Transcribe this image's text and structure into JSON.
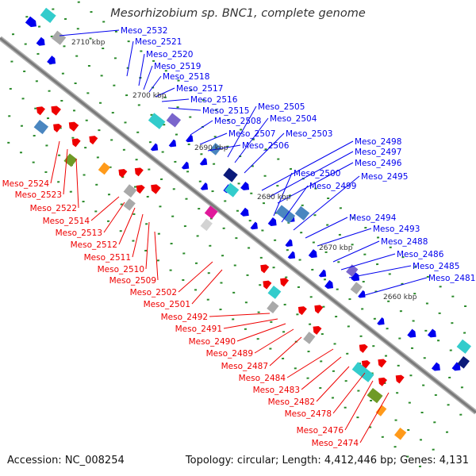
{
  "title": "Mesorhizobium sp. BNC1, complete genome",
  "accession": "Accession: NC_008254",
  "summary": "Topology: circular; Length: 4,412,446 bp; Genes: 4,131",
  "colors": {
    "forward": "#0000ee",
    "reverse": "#ee0000",
    "backbone": "#808080",
    "tick": "#2a8a2a",
    "cyan": "#33cccc",
    "steel": "#4a86c0",
    "gray": "#a9a9a9",
    "navy": "#0b1a7a",
    "orange": "#ff9a1a",
    "magenta": "#e0199a",
    "olive": "#6f9a26",
    "purple": "#7a66cc",
    "lightgray": "#d3d3d3"
  },
  "scale_labels": [
    "2710 kbp",
    "2700 kbp",
    "2690 kbp",
    "2680 kbp",
    "2670 kbp",
    "2660 kbp"
  ],
  "blue_labels": [
    "Meso_2532",
    "Meso_2521",
    "Meso_2520",
    "Meso_2519",
    "Meso_2518",
    "Meso_2517",
    "Meso_2516",
    "Meso_2515",
    "Meso_2508",
    "Meso_2507",
    "Meso_2506",
    "Meso_2505",
    "Meso_2504",
    "Meso_2503",
    "Meso_2498",
    "Meso_2497",
    "Meso_2496",
    "Meso_2500",
    "Meso_2499",
    "Meso_2495",
    "Meso_2494",
    "Meso_2493",
    "Meso_2488",
    "Meso_2486",
    "Meso_2485",
    "Meso_2481"
  ],
  "red_labels": [
    "Meso_2524",
    "Meso_2523",
    "Meso_2522",
    "Meso_2514",
    "Meso_2513",
    "Meso_2512",
    "Meso_2511",
    "Meso_2510",
    "Meso_2509",
    "Meso_2502",
    "Meso_2501",
    "Meso_2492",
    "Meso_2491",
    "Meso_2490",
    "Meso_2489",
    "Meso_2487",
    "Meso_2484",
    "Meso_2483",
    "Meso_2482",
    "Meso_2478",
    "Meso_2476",
    "Meso_2474"
  ]
}
